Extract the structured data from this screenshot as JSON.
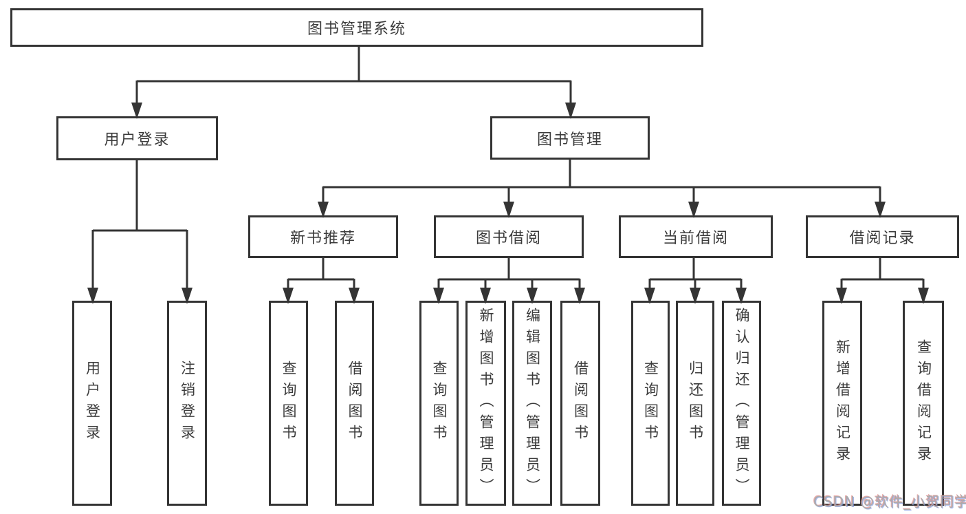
{
  "diagram": {
    "root": {
      "label": "图书管理系统"
    },
    "level2": [
      {
        "label": "用户登录"
      },
      {
        "label": "图书管理"
      }
    ],
    "level3": [
      {
        "label": "新书推荐"
      },
      {
        "label": "图书借阅"
      },
      {
        "label": "当前借阅"
      },
      {
        "label": "借阅记录"
      }
    ],
    "leaves": {
      "user_login": [
        "用户登录",
        "注销登录"
      ],
      "new_book": [
        "查询图书",
        "借阅图书"
      ],
      "borrow": [
        "查询图书",
        "新增图书（管理员）",
        "编辑图书（管理员）",
        "借阅图书"
      ],
      "current": [
        "查询图书",
        "归还图书",
        "确认归还（管理员）"
      ],
      "records": [
        "新增借阅记录",
        "查询借阅记录"
      ]
    }
  },
  "watermark": {
    "text": "CSDN @软件_小贺同学"
  },
  "colors": {
    "line": "#343434",
    "box_border": "#343434",
    "text": "#3b3b3b",
    "background": "#ffffff",
    "watermark": "#ababab"
  }
}
